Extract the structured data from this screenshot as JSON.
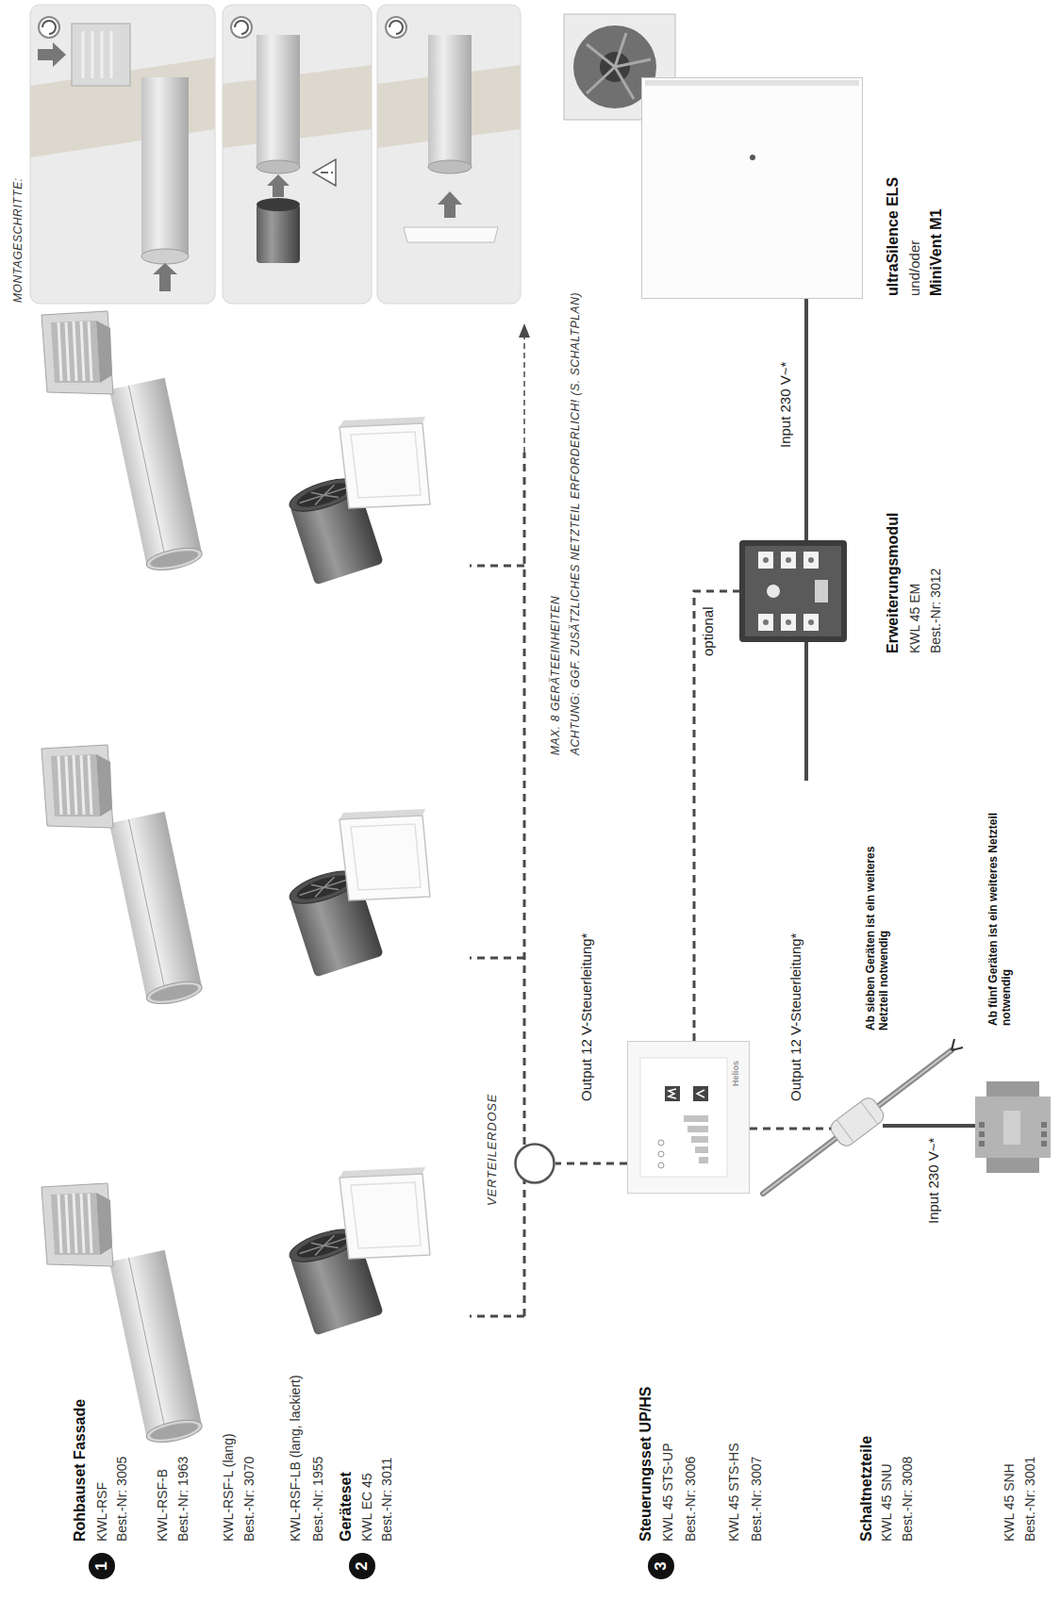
{
  "diagram": {
    "nodes": [
      {
        "text": [
          "VERTEILERDOSE"
        ]
      },
      {
        "text": [
          "Helios"
        ]
      },
      {
        "text": [
          "Erweiterungsmodul",
          "KWL 45 EM",
          "Best.-Nr: 3012"
        ]
      },
      {
        "text": [
          "ultraSilence ELS",
          "und/oder",
          "MiniVent M1"
        ]
      },
      {
        "text": [
          "Ab sieben Geräten ist ein weiteres Netzteil notwendig"
        ]
      },
      {
        "text": [
          "Ab fünf Geräten ist ein weiteres Netzteil notwendig"
        ]
      }
    ],
    "edges": [
      {
        "from": 1,
        "to": 0,
        "arrow": "none",
        "label": "Output 12 V-Steuerleitung*"
      },
      {
        "from": 1,
        "to": 2,
        "arrow": "none",
        "label": "optional"
      },
      {
        "from": 1,
        "to": 4,
        "arrow": "none",
        "label": "Output 12 V-Steuerleitung*"
      },
      {
        "from": 2,
        "to": 3,
        "arrow": "none",
        "label": "Input 230 V~*"
      },
      {
        "from": 4,
        "to": 5,
        "arrow": "none",
        "label": "Input 230 V~*"
      }
    ],
    "labels": [
      "1",
      "Rohbauset Fassade",
      "KWL-RSF",
      "Best.-Nr: 3005",
      "KWL-RSF-B",
      "Best.-Nr: 1963",
      "KWL-RSF-L (lang)",
      "Best.-Nr: 3070",
      "KWL-RSF-LB (lang, lackiert)",
      "Best.-Nr: 1955",
      "2",
      "Geräteset",
      "KWL EC 45",
      "Best.-Nr: 3011",
      "3",
      "Steuerungsset UP/HS",
      "KWL 45 STS-UP",
      "Best.-Nr: 3006",
      "KWL 45 STS-HS",
      "Best.-Nr: 3007",
      "Schaltnetzteile",
      "KWL 45 SNU",
      "Best.-Nr: 3008",
      "KWL 45 SNH",
      "Best.-Nr: 3001",
      "MAX. 8 GERÄTEEINHEITEN",
      "ACHTUNG: GGF. ZUSÄTZLICHES NETZTEIL ERFORDERLICH! (S. SCHALTPLAN)",
      "MONTAGESCHRITTE:"
    ]
  }
}
